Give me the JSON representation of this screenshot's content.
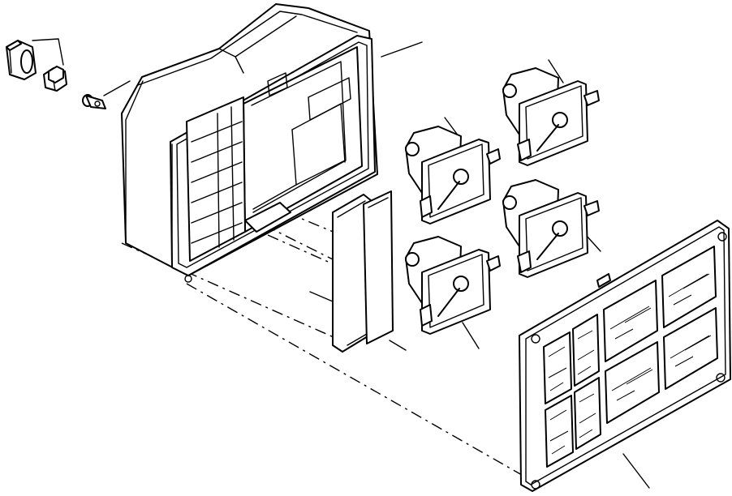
{
  "diagram": {
    "type": "exploded-assembly-drawing",
    "colors": {
      "line": "#000000",
      "background": "#ffffff"
    },
    "parts": [
      "bulb-socket-cap",
      "bulb-socket",
      "bulb",
      "instrument-housing",
      "printed-circuit-board",
      "gauge",
      "gauge",
      "gauge",
      "gauge",
      "bezel-panel"
    ],
    "bezel_windows": 8,
    "gauge_count": 4
  }
}
